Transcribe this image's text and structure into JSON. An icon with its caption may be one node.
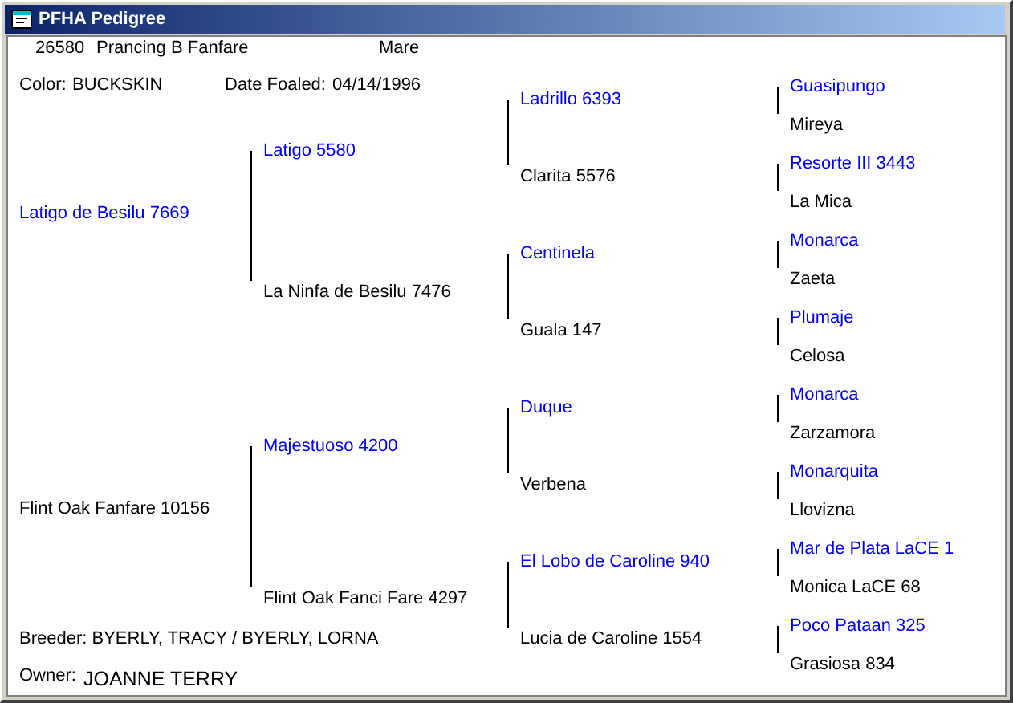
{
  "diagram": {
    "title": "PFHA Pedigree",
    "nodes": [
      {
        "text": [
          "Latigo de Besilu 7669"
        ]
      },
      {
        "text": [
          "Flint Oak Fanfare 10156"
        ]
      },
      {
        "text": [
          "Latigo 5580"
        ]
      },
      {
        "text": [
          "La Ninfa de Besilu 7476"
        ]
      },
      {
        "text": [
          "Majestuoso 4200"
        ]
      },
      {
        "text": [
          "Flint Oak Fanci Fare 4297"
        ]
      },
      {
        "text": [
          "Ladrillo 6393"
        ]
      },
      {
        "text": [
          "Clarita 5576"
        ]
      },
      {
        "text": [
          "Centinela"
        ]
      },
      {
        "text": [
          "Guala 147"
        ]
      },
      {
        "text": [
          "Duque"
        ]
      },
      {
        "text": [
          "Verbena"
        ]
      },
      {
        "text": [
          "El Lobo de Caroline 940"
        ]
      },
      {
        "text": [
          "Lucia de Caroline 1554"
        ]
      },
      {
        "text": [
          "Guasipungo"
        ]
      },
      {
        "text": [
          "Mireya"
        ]
      },
      {
        "text": [
          "Resorte III 3443"
        ]
      },
      {
        "text": [
          "La Mica"
        ]
      },
      {
        "text": [
          "Monarca"
        ]
      },
      {
        "text": [
          "Zaeta"
        ]
      },
      {
        "text": [
          "Plumaje"
        ]
      },
      {
        "text": [
          "Celosa"
        ]
      },
      {
        "text": [
          "Monarca"
        ]
      },
      {
        "text": [
          "Zarzamora"
        ]
      },
      {
        "text": [
          "Monarquita"
        ]
      },
      {
        "text": [
          "Llovizna"
        ]
      },
      {
        "text": [
          "Mar de Plata LaCE 1"
        ]
      },
      {
        "text": [
          "Monica LaCE 68"
        ]
      },
      {
        "text": [
          "Poco Pataan 325"
        ]
      },
      {
        "text": [
          "Grasiosa 834"
        ]
      }
    ],
    "edges": [
      {
        "from": 2,
        "to": 3,
        "arrow": "none"
      },
      {
        "from": 4,
        "to": 5,
        "arrow": "none"
      },
      {
        "from": 6,
        "to": 7,
        "arrow": "none"
      },
      {
        "from": 8,
        "to": 9,
        "arrow": "none"
      },
      {
        "from": 10,
        "to": 11,
        "arrow": "none"
      },
      {
        "from": 12,
        "to": 13,
        "arrow": "none"
      },
      {
        "from": 14,
        "to": 15,
        "arrow": "none"
      },
      {
        "from": 16,
        "to": 17,
        "arrow": "none"
      },
      {
        "from": 18,
        "to": 19,
        "arrow": "none"
      },
      {
        "from": 20,
        "to": 21,
        "arrow": "none"
      },
      {
        "from": 22,
        "to": 23,
        "arrow": "none"
      },
      {
        "from": 24,
        "to": 25,
        "arrow": "none"
      },
      {
        "from": 26,
        "to": 27,
        "arrow": "none"
      },
      {
        "from": 28,
        "to": 29,
        "arrow": "none"
      }
    ],
    "labels": [
      "26580",
      "Prancing B Fanfare",
      "Mare",
      "Color:",
      "BUCKSKIN",
      "Date Foaled:",
      "04/14/1996",
      "Breeder: BYERLY, TRACY / BYERLY, LORNA",
      "Owner:",
      "JOANNE TERRY"
    ]
  }
}
